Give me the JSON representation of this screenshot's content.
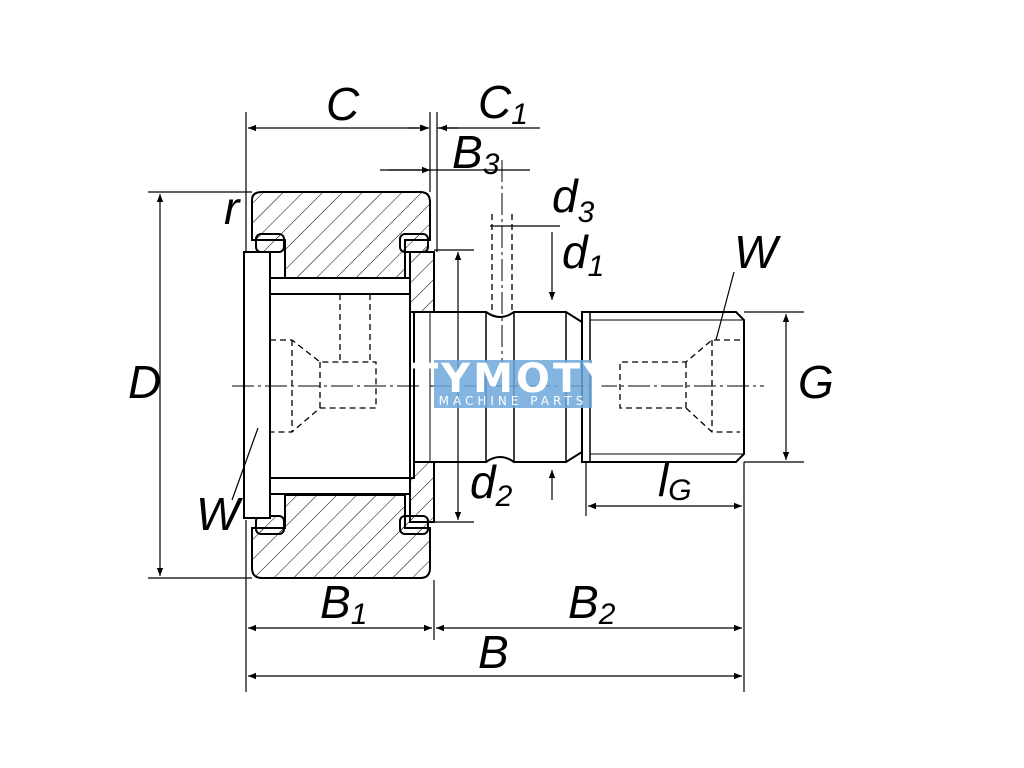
{
  "labels": {
    "C": {
      "main": "C",
      "sub": ""
    },
    "C1": {
      "main": "C",
      "sub": "1"
    },
    "B3": {
      "main": "B",
      "sub": "3"
    },
    "d3": {
      "main": "d",
      "sub": "3"
    },
    "d1": {
      "main": "d",
      "sub": "1"
    },
    "W_top": {
      "main": "W",
      "sub": ""
    },
    "r": {
      "main": "r",
      "sub": ""
    },
    "D": {
      "main": "D",
      "sub": ""
    },
    "G": {
      "main": "G",
      "sub": ""
    },
    "d2": {
      "main": "d",
      "sub": "2"
    },
    "lG": {
      "main": "l",
      "sub": "G"
    },
    "W_bottom": {
      "main": "W",
      "sub": ""
    },
    "B1": {
      "main": "B",
      "sub": "1"
    },
    "B2": {
      "main": "B",
      "sub": "2"
    },
    "B": {
      "main": "B",
      "sub": ""
    }
  },
  "watermark": {
    "title": "TYMOTY",
    "subtitle": "MACHINE PARTS",
    "color": "#6fa8dc"
  }
}
